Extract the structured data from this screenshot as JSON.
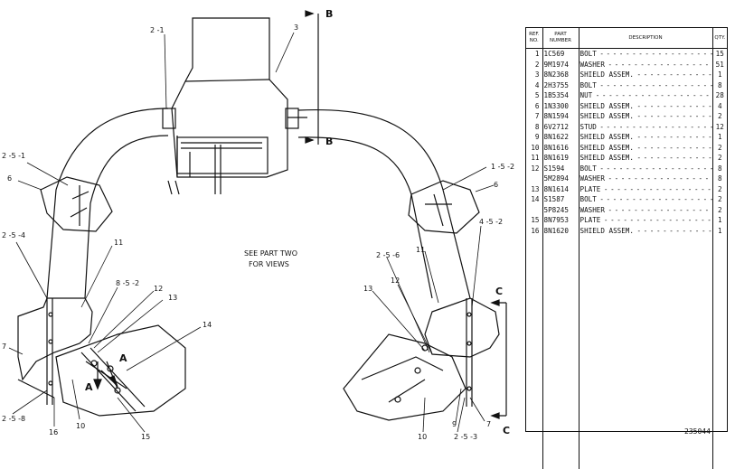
{
  "drawing": {
    "see_note_line1": "SEE PART TWO",
    "see_note_line2": "FOR VIEWS",
    "section_marks": {
      "b": "B",
      "c": "C",
      "a": "A"
    },
    "callouts": {
      "c_2_1": "2 -1",
      "c_3": "3",
      "c_2_5_1": "2 -5 -1",
      "c_6_left": "6",
      "c_2_5_4": "2 -5 -4",
      "c_11_left": "11",
      "c_8_5_2": "8 -5 -2",
      "c_12_left": "12",
      "c_13_left": "13",
      "c_14": "14",
      "c_7_left": "7",
      "c_2_5_8": "2 -5 -8",
      "c_16": "16",
      "c_10_left": "10",
      "c_15": "15",
      "c_1_5_2": "1 -5 -2",
      "c_6_right": "6",
      "c_11_right": "11",
      "c_4_5_2": "4 -5 -2",
      "c_2_5_6": "2 -5 -6",
      "c_13_right": "13",
      "c_12_right": "12",
      "c_10_right": "10",
      "c_2_5_3": "2 -5 -3",
      "c_9": "9",
      "c_7_right": "7"
    }
  },
  "parts_table": {
    "headers": {
      "ref": "REF. NO.",
      "part": "PART NUMBER",
      "desc": "DESCRIPTION",
      "qty": "QTY."
    },
    "rows": [
      {
        "ref": "1",
        "part": "1C569",
        "desc": "BOLT",
        "qty": "15"
      },
      {
        "ref": "2",
        "part": "9M1974",
        "desc": "WASHER",
        "qty": "51"
      },
      {
        "ref": "3",
        "part": "8N2368",
        "desc": "SHIELD ASSEM.",
        "qty": "1"
      },
      {
        "ref": "4",
        "part": "2H3755",
        "desc": "BOLT",
        "qty": "8"
      },
      {
        "ref": "5",
        "part": "1B5354",
        "desc": "NUT",
        "qty": "28"
      },
      {
        "ref": "6",
        "part": "1N3300",
        "desc": "SHIELD ASSEM.",
        "qty": "4"
      },
      {
        "ref": "7",
        "part": "8N1594",
        "desc": "SHIELD ASSEM.",
        "qty": "2"
      },
      {
        "ref": "8",
        "part": "6V2712",
        "desc": "STUD",
        "qty": "12"
      },
      {
        "ref": "9",
        "part": "8N1622",
        "desc": "SHIELD ASSEM.",
        "qty": "1"
      },
      {
        "ref": "10",
        "part": "8N1616",
        "desc": "SHIELD ASSEM.",
        "qty": "2"
      },
      {
        "ref": "11",
        "part": "8N1619",
        "desc": "SHIELD ASSEM.",
        "qty": "2"
      },
      {
        "ref": "12",
        "part": "S1594",
        "desc": "BOLT",
        "qty": "8"
      },
      {
        "ref": "",
        "part": "5M2894",
        "desc": "WASHER",
        "qty": "8"
      },
      {
        "ref": "13",
        "part": "8N1614",
        "desc": "PLATE",
        "qty": "2"
      },
      {
        "ref": "14",
        "part": "S1587",
        "desc": "BOLT",
        "qty": "2"
      },
      {
        "ref": "",
        "part": "5P8245",
        "desc": "WASHER",
        "qty": "2"
      },
      {
        "ref": "15",
        "part": "8N7953",
        "desc": "PLATE",
        "qty": "1"
      },
      {
        "ref": "16",
        "part": "8N1620",
        "desc": "SHIELD ASSEM.",
        "qty": "1"
      }
    ]
  },
  "document_number": "235044",
  "colors": {
    "ink": "#111111",
    "paper": "#ffffff"
  }
}
